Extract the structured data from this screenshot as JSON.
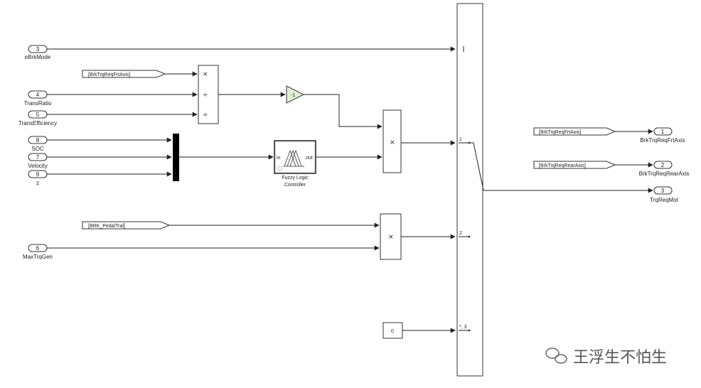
{
  "inports": {
    "ebrk_mode": {
      "num": "3",
      "label": "eBrkMode"
    },
    "trans_ratio": {
      "num": "4",
      "label": "TransRatio"
    },
    "trans_efficiency": {
      "num": "5",
      "label": "TransEfficiency"
    },
    "soc": {
      "num": "8",
      "label": "SOC"
    },
    "velocity": {
      "num": "7",
      "label": "Velocity"
    },
    "z": {
      "num": "9",
      "label": "z"
    },
    "max_trq_gen": {
      "num": "6",
      "label": "MaxTrqGen"
    }
  },
  "from_tags": {
    "brk_frt_in": "[BrkTrqReqFrtAxis]",
    "brk_pedal": "[BRK_PedalTral]",
    "brk_frt_out": "[BrkTrqReqFrtAxis]",
    "brk_rear_out": "[BrkTrqReqRearAxis]"
  },
  "outports": {
    "frt": {
      "num": "1",
      "label": "BrkTrqReqFrtAxis"
    },
    "rear": {
      "num": "2",
      "label": "BrkTrqReqRearAxis"
    },
    "mot": {
      "num": "3",
      "label": "TrqReqMot"
    }
  },
  "blocks": {
    "divide_ops": [
      "×",
      "÷",
      "÷"
    ],
    "gain_value": "-1",
    "product1_op": "×",
    "product2_op": "×",
    "fuzzy_in": "in",
    "fuzzy_out": "out",
    "fuzzy_label_line1": "Fuzzy Logic",
    "fuzzy_label_line2": "Controller",
    "constant_value": "0"
  },
  "switch_ports": {
    "p1": "1",
    "p2": "2",
    "p3": "*, 3"
  },
  "watermark": "王浮生不怕生",
  "colors": {
    "line": "#222222",
    "block_border": "#333333",
    "mux_bar": "#000000",
    "gain_fill": "#dff0d4"
  }
}
